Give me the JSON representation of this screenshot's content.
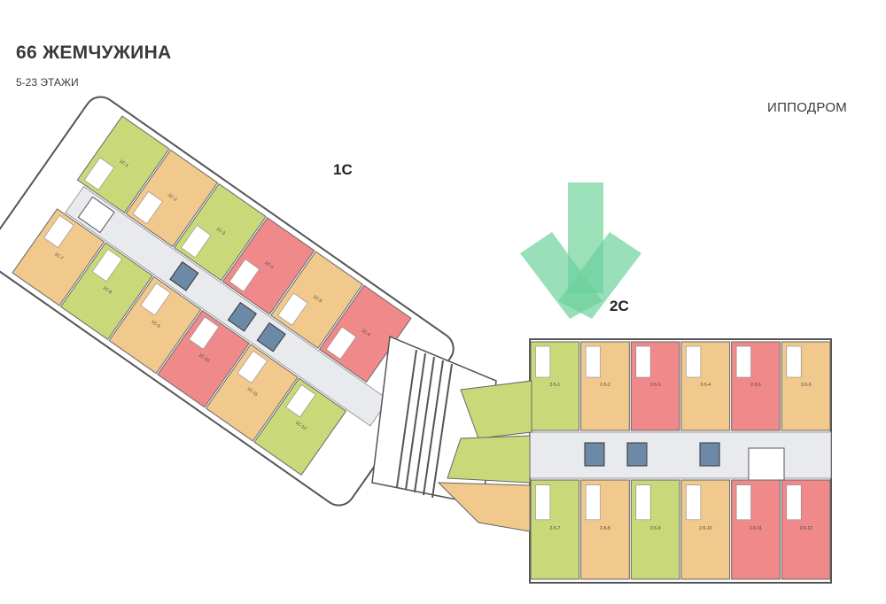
{
  "header": {
    "title": "66 ЖЕМЧУЖИНА",
    "floors": "5-23 ЭТАЖИ",
    "direction_label": "ИППОДРОМ"
  },
  "sections": {
    "first": "1С",
    "second": "2С"
  },
  "colors": {
    "one_room": "#c9d97a",
    "two_room": "#f2c98c",
    "three_room": "#f08a8a",
    "corridor": "#e8eaee",
    "wall": "#555555",
    "arrow": "#3cc27a"
  },
  "apartments_1c": [
    {
      "id": "1С-1",
      "type": "one_room"
    },
    {
      "id": "1С-2",
      "type": "two_room"
    },
    {
      "id": "1С-3",
      "type": "one_room"
    },
    {
      "id": "1С-4",
      "type": "three_room"
    },
    {
      "id": "1С-5",
      "type": "two_room"
    },
    {
      "id": "1С-6",
      "type": "three_room"
    },
    {
      "id": "1С-7",
      "type": "two_room"
    },
    {
      "id": "1С-8",
      "type": "one_room"
    },
    {
      "id": "1С-9",
      "type": "two_room"
    },
    {
      "id": "1С-10",
      "type": "three_room"
    },
    {
      "id": "1С-11",
      "type": "two_room"
    },
    {
      "id": "1С-12",
      "type": "one_room"
    }
  ],
  "apartments_2c": [
    {
      "id": "2-5-1",
      "type": "one_room"
    },
    {
      "id": "2-5-2",
      "type": "two_room"
    },
    {
      "id": "2-5-3",
      "type": "three_room"
    },
    {
      "id": "2-5-4",
      "type": "two_room"
    },
    {
      "id": "2-5-5",
      "type": "three_room"
    },
    {
      "id": "2-5-6",
      "type": "two_room"
    },
    {
      "id": "2-5-7",
      "type": "one_room"
    },
    {
      "id": "2-5-8",
      "type": "two_room"
    },
    {
      "id": "2-5-9",
      "type": "one_room"
    },
    {
      "id": "2-5-10",
      "type": "two_room"
    },
    {
      "id": "2-5-11",
      "type": "three_room"
    },
    {
      "id": "2-5-12",
      "type": "three_room"
    }
  ]
}
